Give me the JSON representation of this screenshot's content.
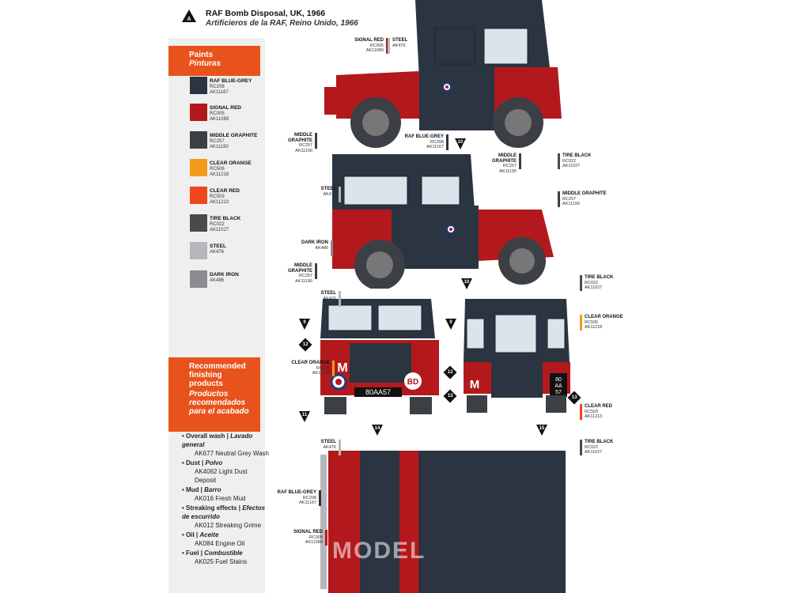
{
  "header": {
    "badge": "A",
    "title": "RAF Bomb Disposal, UK, 1966",
    "subtitle": "Artificieros de la RAF, Reino Unido, 1966"
  },
  "paints_header": {
    "en": "Paints",
    "es": "Pinturas"
  },
  "paints": [
    {
      "name": "RAF BLUE-GREY",
      "codes": [
        "RC208",
        "AK11167"
      ],
      "color": "#2b3441"
    },
    {
      "name": "SIGNAL RED",
      "codes": [
        "RC005",
        "AK11089"
      ],
      "color": "#b3191c"
    },
    {
      "name": "MIDDLE GRAPHITE",
      "codes": [
        "RC257",
        "AK11190"
      ],
      "color": "#3c3f44"
    },
    {
      "name": "CLEAR ORANGE",
      "codes": [
        "RC506",
        "AK11218"
      ],
      "color": "#f39a1b"
    },
    {
      "name": "CLEAR RED",
      "codes": [
        "RC503",
        "AK11213"
      ],
      "color": "#f0461e"
    },
    {
      "name": "TIRE BLACK",
      "codes": [
        "RC022",
        "AK11027"
      ],
      "color": "#4a4a4a"
    },
    {
      "name": "STEEL",
      "codes": [
        "AK476"
      ],
      "color": "#b5b7ba"
    },
    {
      "name": "DARK IRON",
      "codes": [
        "AK486"
      ],
      "color": "#8a8c90"
    }
  ],
  "finishing_header": {
    "en": "Recommended finishing products",
    "es": "Productos recomendados para el acabado"
  },
  "finishing": [
    {
      "en": "Overall wash",
      "es": "Lavado general",
      "product": "AK677 Neutral Grey Wash"
    },
    {
      "en": "Dust",
      "es": "Polvo",
      "product": "AK4062 Light Dust Deposit"
    },
    {
      "en": "Mud",
      "es": "Barro",
      "product": "AK016 Fresh Mud"
    },
    {
      "en": "Streaking effects",
      "es": "Efectos de escurrido",
      "product": "AK012 Streaking Grime"
    },
    {
      "en": "Oil",
      "es": "Aceite",
      "product": "AK084 Engine Oil"
    },
    {
      "en": "Fuel",
      "es": "Combustible",
      "product": "AK025 Fuel Stains"
    }
  ],
  "callouts": {
    "v1_signal_red": {
      "name": "SIGNAL RED",
      "codes": [
        "RC005",
        "AK11089"
      ]
    },
    "v1_steel": {
      "name": "STEEL",
      "codes": [
        "AK476"
      ]
    },
    "v1_middle_graphite": {
      "name": "MIDDLE GRAPHITE",
      "codes": [
        "RC257",
        "AK11190"
      ]
    },
    "v1_raf_blue_grey": {
      "name": "RAF BLUE-GREY",
      "codes": [
        "RC208",
        "AK11167"
      ]
    },
    "v1_middle_graphite2": {
      "name": "MIDDLE GRAPHITE",
      "codes": [
        "RC257",
        "AK11190"
      ]
    },
    "v1_tire_black": {
      "name": "TIRE BLACK",
      "codes": [
        "RC022",
        "AK11027"
      ]
    },
    "v2_steel": {
      "name": "STEEL",
      "codes": [
        "AK476"
      ]
    },
    "v2_middle_graphite_r": {
      "name": "MIDDLE GRAPHITE",
      "codes": [
        "RC257",
        "AK11190"
      ]
    },
    "v2_dark_iron": {
      "name": "DARK IRON",
      "codes": [
        "AK486"
      ]
    },
    "v2_middle_graphite_l": {
      "name": "MIDDLE GRAPHITE",
      "codes": [
        "RC257",
        "AK11190"
      ]
    },
    "v2_tire_black": {
      "name": "TIRE BLACK",
      "codes": [
        "RC022",
        "AK11027"
      ]
    },
    "v3_steel": {
      "name": "STEEL",
      "codes": [
        "AK476"
      ]
    },
    "v3_clear_orange": {
      "name": "CLEAR ORANGE",
      "codes": [
        "RC506",
        "AK11218"
      ]
    },
    "v3_steel2": {
      "name": "STEEL",
      "codes": [
        "AK476"
      ]
    },
    "v4_clear_orange": {
      "name": "CLEAR ORANGE",
      "codes": [
        "RC506",
        "AK11218"
      ]
    },
    "v4_clear_red": {
      "name": "CLEAR RED",
      "codes": [
        "RC503",
        "AK11213"
      ]
    },
    "v4_tire_black": {
      "name": "TIRE BLACK",
      "codes": [
        "RC022",
        "AK11027"
      ]
    },
    "v5_raf_blue_grey": {
      "name": "RAF BLUE-GREY",
      "codes": [
        "RC208",
        "AK11167"
      ]
    },
    "v5_signal_red": {
      "name": "SIGNAL RED",
      "codes": [
        "RC005",
        "AK11089"
      ]
    }
  },
  "markers": [
    "10",
    "10",
    "9",
    "12",
    "11",
    "14",
    "13",
    "9",
    "12",
    "13",
    "15"
  ],
  "vehicle_text": {
    "plate_front": "80AA57",
    "plate_rear_1": "80",
    "plate_rear_2": "AA",
    "plate_rear_3": "57",
    "letter": "M",
    "bd": "BD"
  },
  "watermark": "MODEL"
}
